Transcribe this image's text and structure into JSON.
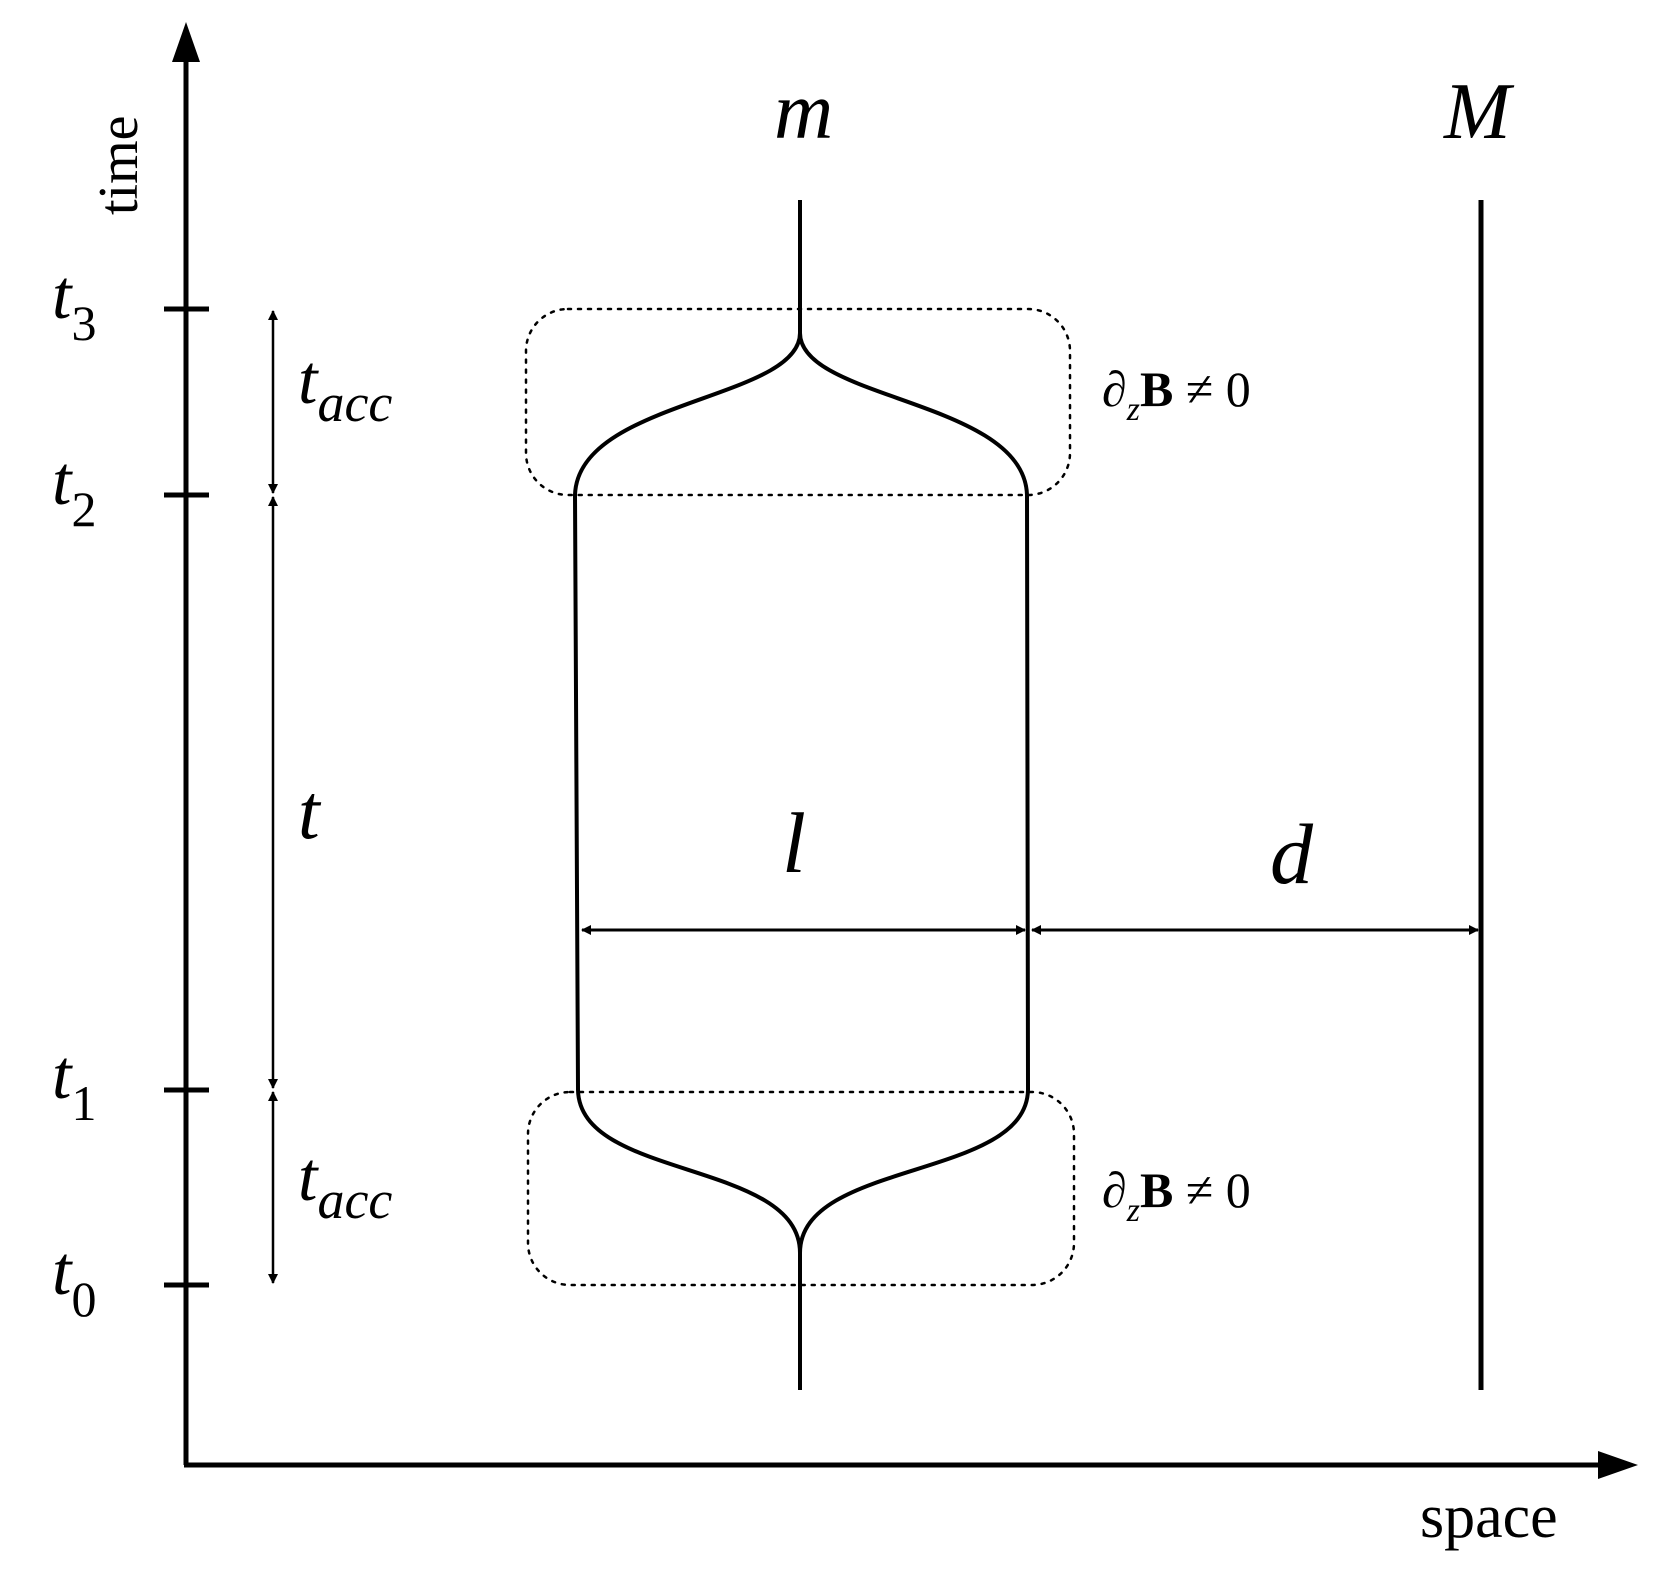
{
  "axes": {
    "vertical_label": "time",
    "horizontal_label": "space"
  },
  "ticks": [
    {
      "base": "t",
      "sub": "3"
    },
    {
      "base": "t",
      "sub": "2"
    },
    {
      "base": "t",
      "sub": "1"
    },
    {
      "base": "t",
      "sub": "0"
    }
  ],
  "intervals": {
    "upper": {
      "base": "t",
      "sub": "acc"
    },
    "middle": {
      "base": "t"
    },
    "lower": {
      "base": "t",
      "sub": "acc"
    }
  },
  "masses": {
    "small": "m",
    "large": "M"
  },
  "distances": {
    "separation": "l",
    "gap": "d"
  },
  "regions": {
    "upper": {
      "partial": "∂",
      "sub": "z",
      "field": "B",
      "relation": " ≠ 0"
    },
    "lower": {
      "partial": "∂",
      "sub": "z",
      "field": "B",
      "relation": " ≠ 0"
    }
  },
  "colors": {
    "line": "#000000",
    "background": "#ffffff"
  }
}
